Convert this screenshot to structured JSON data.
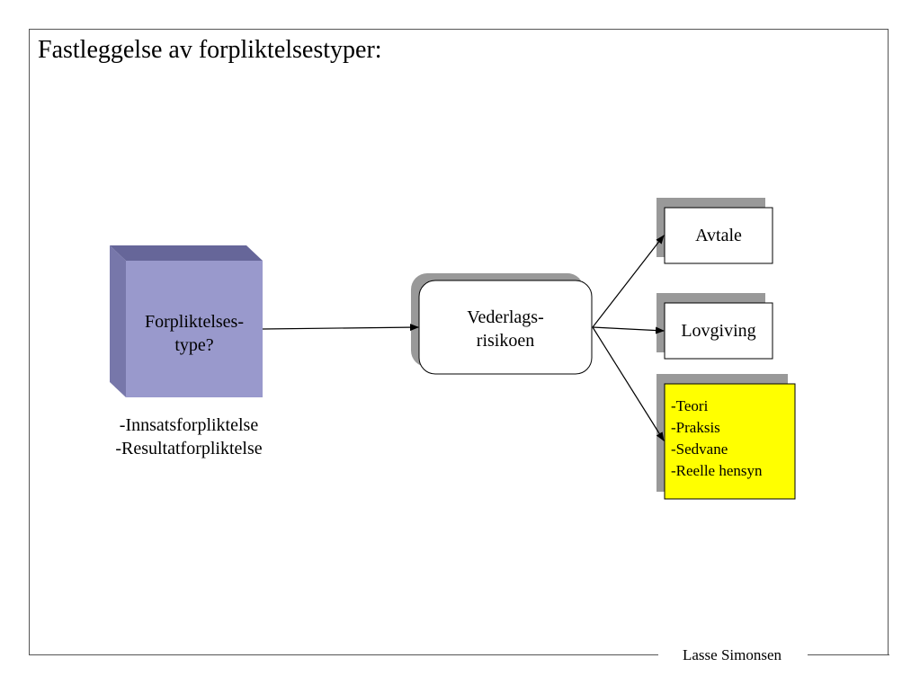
{
  "slide": {
    "title": "Fastleggelse av forpliktelsestyper:",
    "footer": "Lasse Simonsen"
  },
  "diagram": {
    "cube": {
      "label_lines": [
        "Forpliktelses-",
        "type?"
      ],
      "sub_lines": [
        "-Innsatsforpliktelse",
        "-Resultatforpliktelse"
      ]
    },
    "center_box": {
      "label_lines": [
        "Vederlags-",
        "risikoen"
      ]
    },
    "targets": {
      "avtale": "Avtale",
      "lovgiving": "Lovgiving",
      "sources": [
        "-Teori",
        "-Praksis",
        "-Sedvane",
        "-Reelle hensyn"
      ]
    }
  },
  "colors": {
    "cube_front": "#9999cc",
    "cube_side": "#7777aa",
    "cube_top": "#666699",
    "shadow": "#999999",
    "highlight_box": "#ffff00"
  }
}
